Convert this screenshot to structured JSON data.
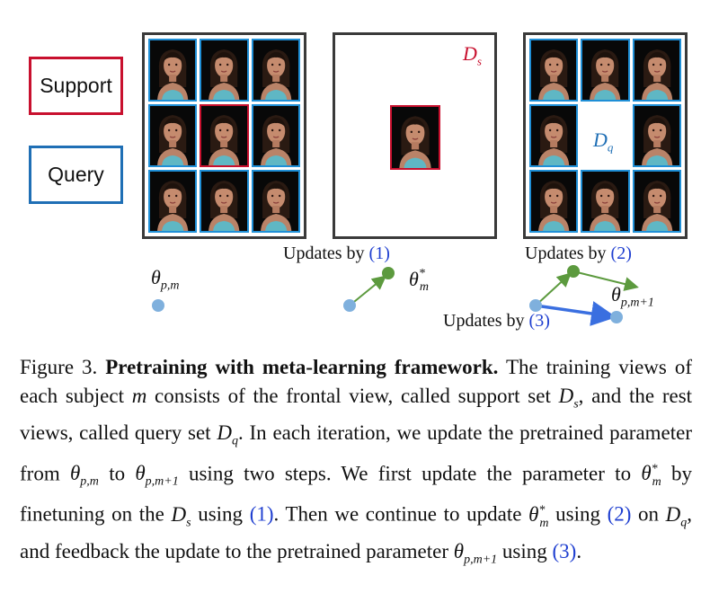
{
  "legend": {
    "support_label": "Support",
    "query_label": "Query",
    "support_color": "#c8102e",
    "query_color": "#1f6fb5"
  },
  "panels": {
    "ds_label": "D",
    "ds_sub": "s",
    "dq_label": "D",
    "dq_sub": "q"
  },
  "updates": {
    "step1_text": "Updates by",
    "step1_num": "(1)",
    "step2_text": "Updates by",
    "step2_num": "(2)",
    "step3_text": "Updates by",
    "step3_num": "(3)"
  },
  "params": {
    "theta_pm": "θ",
    "theta_pm_sub": "p,m",
    "theta_star": "θ",
    "theta_star_sup": "*",
    "theta_star_sub": "m",
    "theta_next": "θ",
    "theta_next_sub": "p,m+1"
  },
  "colors": {
    "initial_node": "#7fb0dd",
    "adapted_node": "#5c9a3e",
    "green_arrow": "#5c9a3e",
    "blue_arrow": "#3a6fe0"
  },
  "caption": {
    "figure_label": "Figure 3.",
    "title": "Pretraining with meta-learning framework.",
    "p1": "The training views of each subject",
    "m": "m",
    "p2": "consists of the frontal view, called support set",
    "p3": ", and the rest views, called query set",
    "p4": ". In each iteration, we update the pretrained parameter from",
    "p5": "to",
    "p6": "using two steps. We first update the parameter to",
    "p7": "by finetuning on the",
    "p8": "using",
    "n1": "(1)",
    "p9": ". Then we continue to update",
    "p10": "using",
    "n2": "(2)",
    "p11": "on",
    "p12": ", and feedback the update to the pretrained parameter",
    "p13": "using",
    "n3": "(3)",
    "p14": "."
  }
}
